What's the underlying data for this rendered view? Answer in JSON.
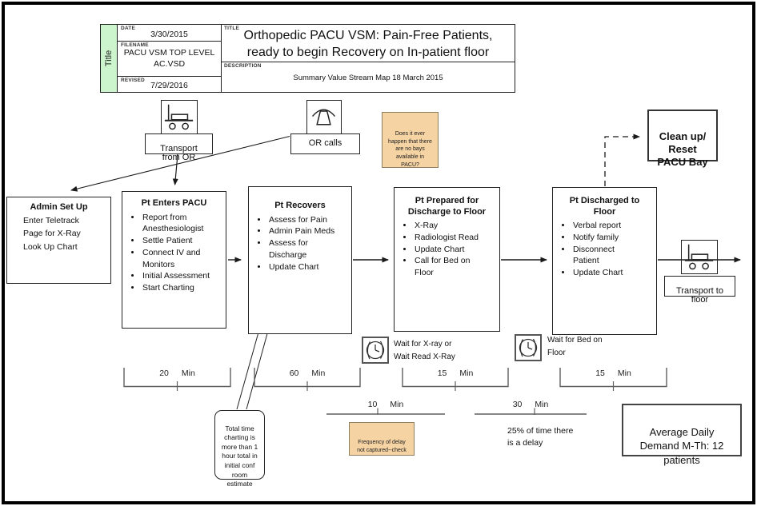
{
  "doc": {
    "side_label": "Title",
    "date_label": "DATE",
    "date_value": "3/30/2015",
    "filename_label": "FILENAME",
    "filename_value": "PACU VSM TOP LEVEL\nAC.VSD",
    "revised_label": "REVISED",
    "revised_value": "7/29/2016",
    "title_label": "TITLE",
    "title_value": "Orthopedic PACU VSM: Pain-Free Patients,\nready to begin Recovery on In-patient floor",
    "description_label": "DESCRIPTION",
    "description_value": "Summary Value Stream Map 18 March 2015"
  },
  "inputs": {
    "transport_from_or_label": "Transport\nfrom OR",
    "or_calls_label": "OR calls"
  },
  "process_boxes": [
    {
      "title": "Admin Set Up",
      "items": [
        "Enter Teletrack",
        "Page for X-Ray",
        "Look Up Chart"
      ]
    },
    {
      "title": "Pt Enters PACU",
      "items": [
        "Report from Anesthesiologist",
        "Settle Patient",
        "Connect IV and Monitors",
        "Initial Assessment",
        "Start Charting"
      ]
    },
    {
      "title": "Pt Recovers",
      "items": [
        "Assess for Pain",
        "Admin Pain Meds",
        "Assess for Discharge",
        "Update Chart"
      ]
    },
    {
      "title": "Pt Prepared for Discharge to Floor",
      "items": [
        "X-Ray",
        "Radiologist Read",
        "Update Chart",
        "Call for Bed on Floor"
      ]
    },
    {
      "title": "Pt Discharged to Floor",
      "items": [
        "Verbal report",
        "Notify family",
        "Disconnect Patient",
        "Update Chart"
      ]
    }
  ],
  "outputs": {
    "cleanup_label": "Clean up/\nReset\nPACU Bay",
    "transport_to_floor_label": "Transport to\nfloor"
  },
  "sticky_notes": {
    "no_bays": "Does it ever\nhappen that there\nare no bays\navailable in\nPACU?",
    "frequency": "Frequency of delay\nnot captured--check"
  },
  "waits": {
    "xray": "Wait for X-ray or\nWait Read X-Ray",
    "bed": "Wait for Bed on\nFloor"
  },
  "timeline": {
    "process_times": [
      {
        "value": "20",
        "unit": "Min"
      },
      {
        "value": "60",
        "unit": "Min"
      },
      {
        "value": "15",
        "unit": "Min"
      },
      {
        "value": "15",
        "unit": "Min"
      }
    ],
    "delay_times": [
      {
        "value": "10",
        "unit": "Min"
      },
      {
        "value": "30",
        "unit": "Min"
      }
    ]
  },
  "annotations": {
    "charting_callout": "Total time\ncharting is\nmore than 1\nhour total in\ninitial conf\nroom\nestimate",
    "delay_frequency": "25% of time there\nis a delay",
    "avg_demand": "Average Daily\nDemand M-Th: 12\npatients"
  },
  "icons": {
    "transport_from_or": "gurney-icon",
    "or_calls": "phone-icon",
    "wait": "clock-icon",
    "transport_to_floor": "gurney-icon"
  },
  "colors": {
    "sticky_bg": "#f5d3a3",
    "sticky_border": "#8e7f63",
    "title_cell_bg": "#cdf5cd",
    "line": "#1a1a1a",
    "timeline_line": "#5f5f5f"
  }
}
